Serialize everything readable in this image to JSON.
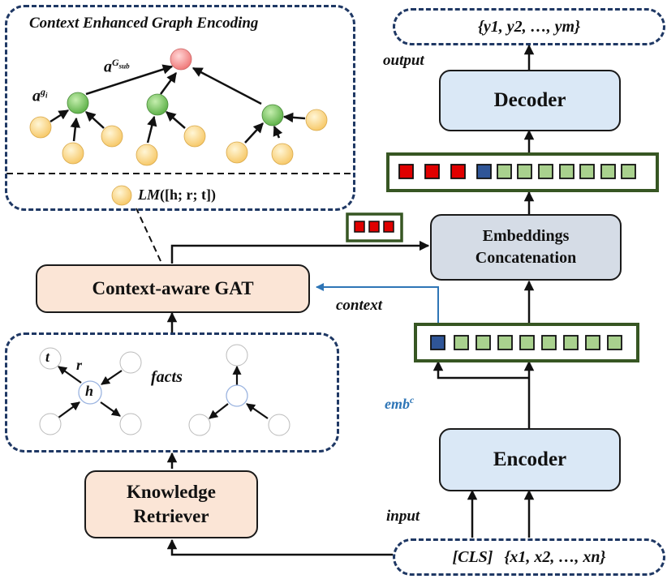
{
  "gnn_panel": {
    "title": "Context Enhanced Graph Encoding"
  },
  "labels": {
    "a_sub_base": "a",
    "a_sub_sup": "G",
    "a_sub_subscript": "sub",
    "a_g_base": "a",
    "a_g_sup": "g",
    "a_g_subscript": "i",
    "lm_name": "LM",
    "lm_args": "([h; r; t])",
    "output": "output",
    "context": "context",
    "facts": "facts",
    "emb_base": "emb",
    "emb_sup": "c",
    "input": "input",
    "t": "t",
    "r": "r",
    "h": "h"
  },
  "output_seq": "{y1, y2, …, ym}",
  "input_seq": {
    "cls": "[CLS]",
    "tokens": "{x1, x2, …, xn}"
  },
  "boxes": {
    "decoder": "Decoder",
    "encoder": "Encoder",
    "concat": "Embeddings Concatenation",
    "gat": "Context-aware GAT",
    "retriever": "Knowledge Retriever"
  },
  "colors": {
    "dashed_border": "#1f3864",
    "peach_fill": "#fbe5d6",
    "blue_fill": "#dae8f6",
    "gray_fill": "#d5dce6",
    "emb_frame": "#375623",
    "red_cell": "#e00000",
    "navy_cell": "#2f5597",
    "green_cell": "#a9d18e",
    "context_arrow": "#2e75b6",
    "node_yellow": "#ffe699",
    "node_green": "#8fd16e",
    "node_red": "#f4a6a6"
  }
}
